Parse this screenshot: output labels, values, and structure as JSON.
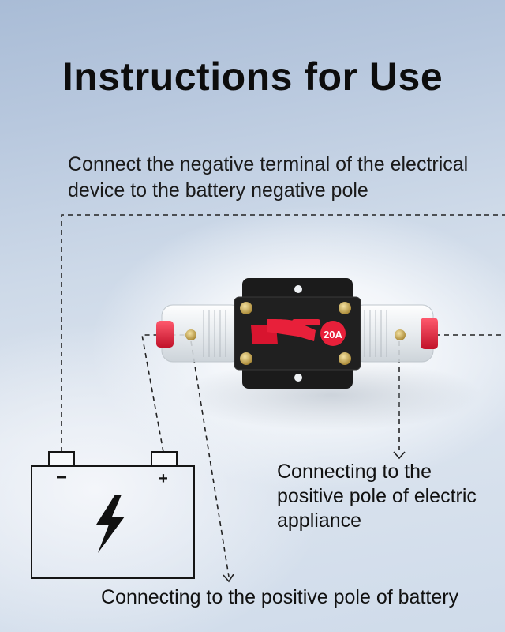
{
  "title": "Instructions for Use",
  "notes": {
    "negative": "Connect the negative terminal of the electrical device to the battery negative pole",
    "appliance": "Connecting to the positive pole of electric appliance",
    "battery": "Connecting to the positive pole of battery"
  },
  "breaker": {
    "rating": "20A",
    "lever_color": "#e8203a",
    "body_color": "#1b1b1b"
  },
  "battery": {
    "negative_symbol": "−",
    "positive_symbol": "+",
    "icon": "lightning-bolt-icon"
  }
}
